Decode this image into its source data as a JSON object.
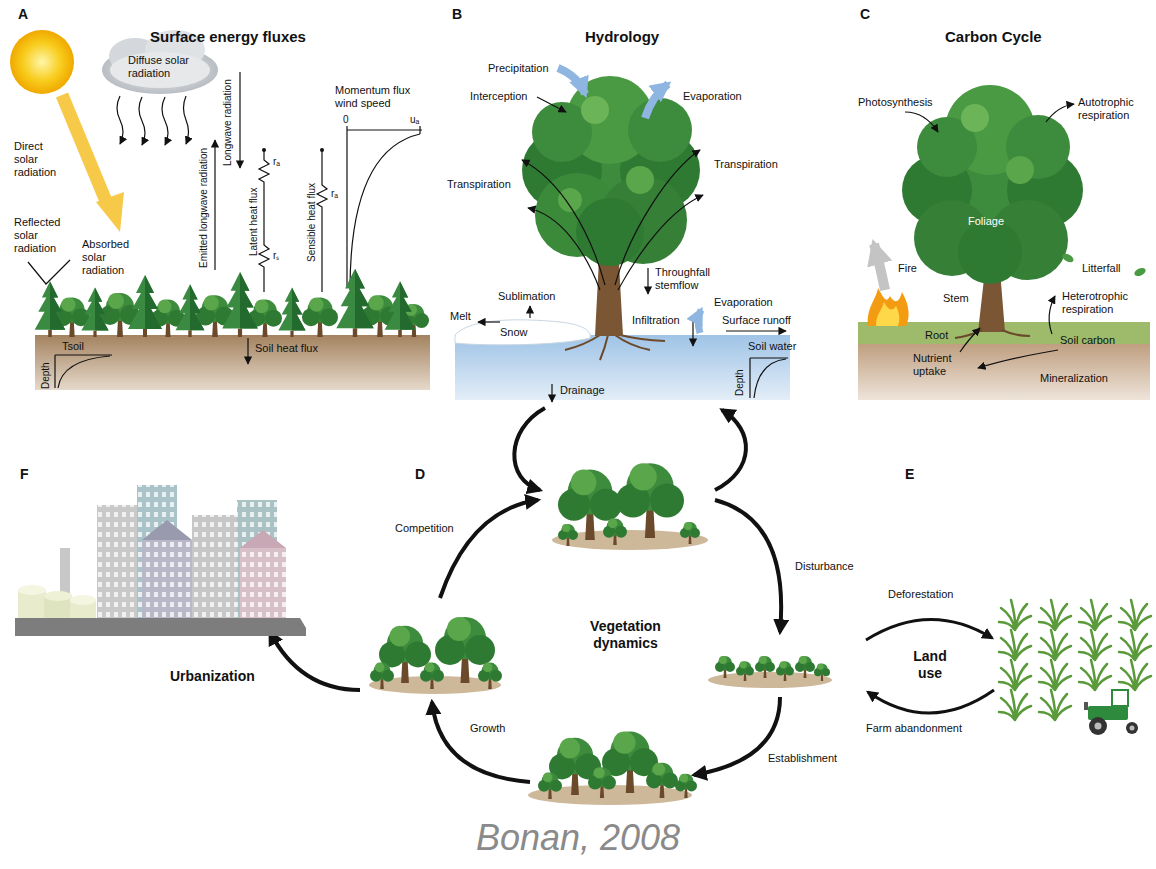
{
  "diagram": {
    "caption": "Bonan, 2008",
    "labels": [
      "A",
      "Surface energy fluxes",
      "Diffuse solar radiation",
      "Direct solar radiation",
      "Reflected solar radiation",
      "Absorbed solar radiation",
      "Emitted longwave radiation",
      "Longwave radiation",
      "Latent heat flux",
      "Sensible heat flux",
      "Momentum flux wind speed",
      "0",
      "uₐ",
      "rₐ",
      "rₛ",
      "rₐ",
      "Tsoil",
      "Depth",
      "Soil heat flux",
      "B",
      "Hydrology",
      "Precipitation",
      "Interception",
      "Evaporation",
      "Transpiration",
      "Transpiration",
      "Throughfall stemflow",
      "Sublimation",
      "Melt",
      "Snow",
      "Evaporation",
      "Infiltration",
      "Surface runoff",
      "Soil water",
      "Depth",
      "Drainage",
      "C",
      "Carbon Cycle",
      "Photosynthesis",
      "Autotrophic respiration",
      "Foliage",
      "Fire",
      "Litterfall",
      "Stem",
      "Heterotrophic respiration",
      "Root",
      "Soil carbon",
      "Nutrient uptake",
      "Mineralization",
      "D",
      "Vegetation dynamics",
      "Competition",
      "Disturbance",
      "Establishment",
      "Growth",
      "E",
      "Deforestation",
      "Land use",
      "Farm abandonment",
      "F",
      "Urbanization"
    ]
  }
}
